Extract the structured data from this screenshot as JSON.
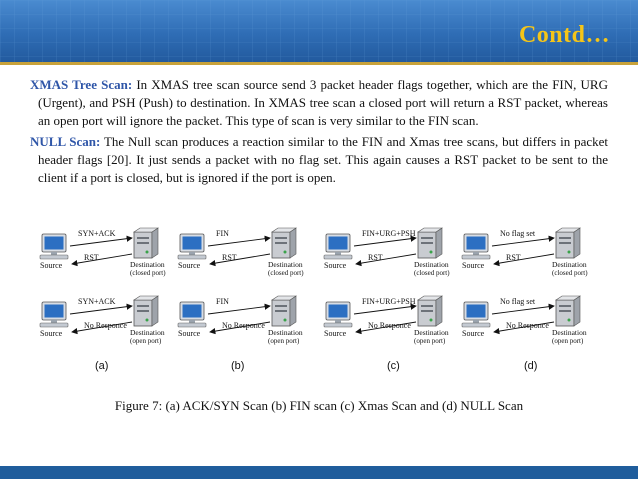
{
  "slide": {
    "title": "Contd…"
  },
  "paragraphs": [
    {
      "term": "XMAS Tree Scan:",
      "text": " In XMAS tree scan source send 3 packet header flags together, which are the FIN, URG (Urgent), and PSH (Push) to destination. In XMAS tree scan a closed port will return a RST packet, whereas an open port will ignore the packet. This type of scan is very similar to the FIN scan."
    },
    {
      "term": "NULL Scan:",
      "text": "  The Null scan produces a reaction similar to the FIN and Xmas tree scans, but differs in packet header flags [20]. It just sends a packet with no flag set. This again causes a RST packet to be sent to the client if a port is closed, but is ignored if the port is open."
    }
  ],
  "figure": {
    "panels": [
      {
        "label": "(a)",
        "top": {
          "request": "SYN+ACK",
          "response": "RST",
          "source": "Source",
          "dest1": "Destination",
          "dest2": "(closed port)"
        },
        "bottom": {
          "request": "SYN+ACK",
          "response": "No Responce",
          "source": "Source",
          "dest1": "Destination",
          "dest2": "(open port)"
        }
      },
      {
        "label": "(b)",
        "top": {
          "request": "FIN",
          "response": "RST",
          "source": "Source",
          "dest1": "Destination",
          "dest2": "(closed port)"
        },
        "bottom": {
          "request": "FIN",
          "response": "No Responce",
          "source": "Source",
          "dest1": "Destination",
          "dest2": "(open port)"
        }
      },
      {
        "label": "(c)",
        "top": {
          "request": "FIN+URG+PSH",
          "response": "RST",
          "source": "Source",
          "dest1": "Destination",
          "dest2": "(closed port)"
        },
        "bottom": {
          "request": "FIN+URG+PSH",
          "response": "No Responce",
          "source": "Source",
          "dest1": "Destination",
          "dest2": "(open port)"
        }
      },
      {
        "label": "(d)",
        "top": {
          "request": "No flag set",
          "response": "RST",
          "source": "Source",
          "dest1": "Destination",
          "dest2": "(closed port)"
        },
        "bottom": {
          "request": "No flag set",
          "response": "No Responce",
          "source": "Source",
          "dest1": "Destination",
          "dest2": "(open port)"
        }
      }
    ],
    "caption": "Figure 7: (a) ACK/SYN Scan (b) FIN scan (c) Xmas Scan and (d) NULL Scan"
  }
}
